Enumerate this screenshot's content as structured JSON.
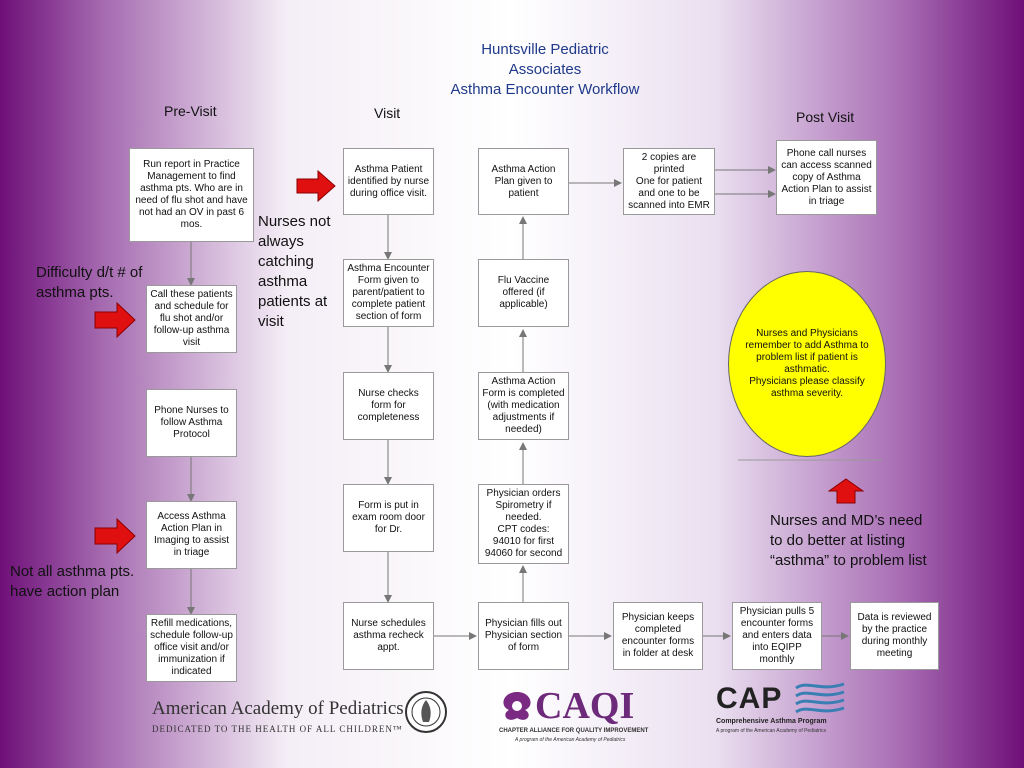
{
  "title": [
    "Huntsville Pediatric",
    "Associates",
    "Asthma Encounter Workflow"
  ],
  "columns": {
    "pre": "Pre-Visit",
    "visit": "Visit",
    "post": "Post Visit"
  },
  "pre_visit": {
    "run_report": "Run report in Practice Management to find asthma pts. Who are in need of flu shot and have not had an OV in past 6 mos.",
    "call_patients": "Call these patients and schedule for flu shot and/or follow-up asthma visit",
    "phone_nurses": "Phone Nurses to follow Asthma Protocol",
    "access_plan": "Access Asthma Action Plan in Imaging to assist in triage",
    "refill": "Refill medications, schedule follow-up office visit and/or immunization if indicated"
  },
  "visit": {
    "identified": "Asthma Patient identified by nurse during office visit.",
    "encounter_form": "Asthma Encounter Form given to parent/patient to complete patient section of form",
    "nurse_checks": "Nurse checks form for completeness",
    "form_in_room": "Form is put in exam room door for Dr.",
    "nurse_schedules": "Nurse schedules asthma recheck appt.",
    "physician_fills": "Physician fills out Physician section of form",
    "spirometry": "Physician orders Spirometry if needed.\nCPT codes:\n94010 for first\n94060 for second",
    "action_form_completed": "Asthma Action Form is completed (with medication adjustments if needed)",
    "flu_vaccine": "Flu Vaccine offered (if applicable)",
    "action_plan_given": "Asthma Action Plan given to patient"
  },
  "post_visit": {
    "copies": "2 copies are printed\nOne for patient and one to be scanned into EMR",
    "phone_call": "Phone call nurses can access scanned copy of Asthma Action Plan to assist in triage",
    "keeps_forms": "Physician keeps completed encounter forms in folder at desk",
    "pulls_forms": "Physician pulls 5 encounter forms and enters data into EQIPP monthly",
    "data_reviewed": "Data is reviewed by the practice during monthly meeting"
  },
  "callouts": {
    "circle": "Nurses and Physicians remember to add Asthma to problem list if patient is asthmatic.\nPhysicians please classify asthma severity.",
    "nurses_not_catching": "Nurses not always catching asthma patients at visit",
    "difficulty": "Difficulty d/t # of asthma pts.",
    "not_all": "Not all asthma pts. have action plan",
    "better_listing": "Nurses and MD’s need to do better at listing “asthma” to problem list"
  },
  "logos": {
    "aap_name": "American Academy of Pediatrics",
    "aap_tagline": "DEDICATED TO THE HEALTH OF ALL CHILDREN™",
    "caqi_name": "CAQI",
    "caqi_sub1": "CHAPTER ALLIANCE FOR QUALITY IMPROVEMENT",
    "caqi_sub2": "A program of the American Academy of Pediatrics",
    "cap_name": "CAP",
    "cap_sub1": "Comprehensive Asthma Program",
    "cap_sub2": "A program of the American Academy of Pediatrics"
  },
  "colors": {
    "title": "#1f3a8a",
    "arrow_red": "#e01010",
    "circle": "#ffff00",
    "purple": "#6e0f78"
  }
}
